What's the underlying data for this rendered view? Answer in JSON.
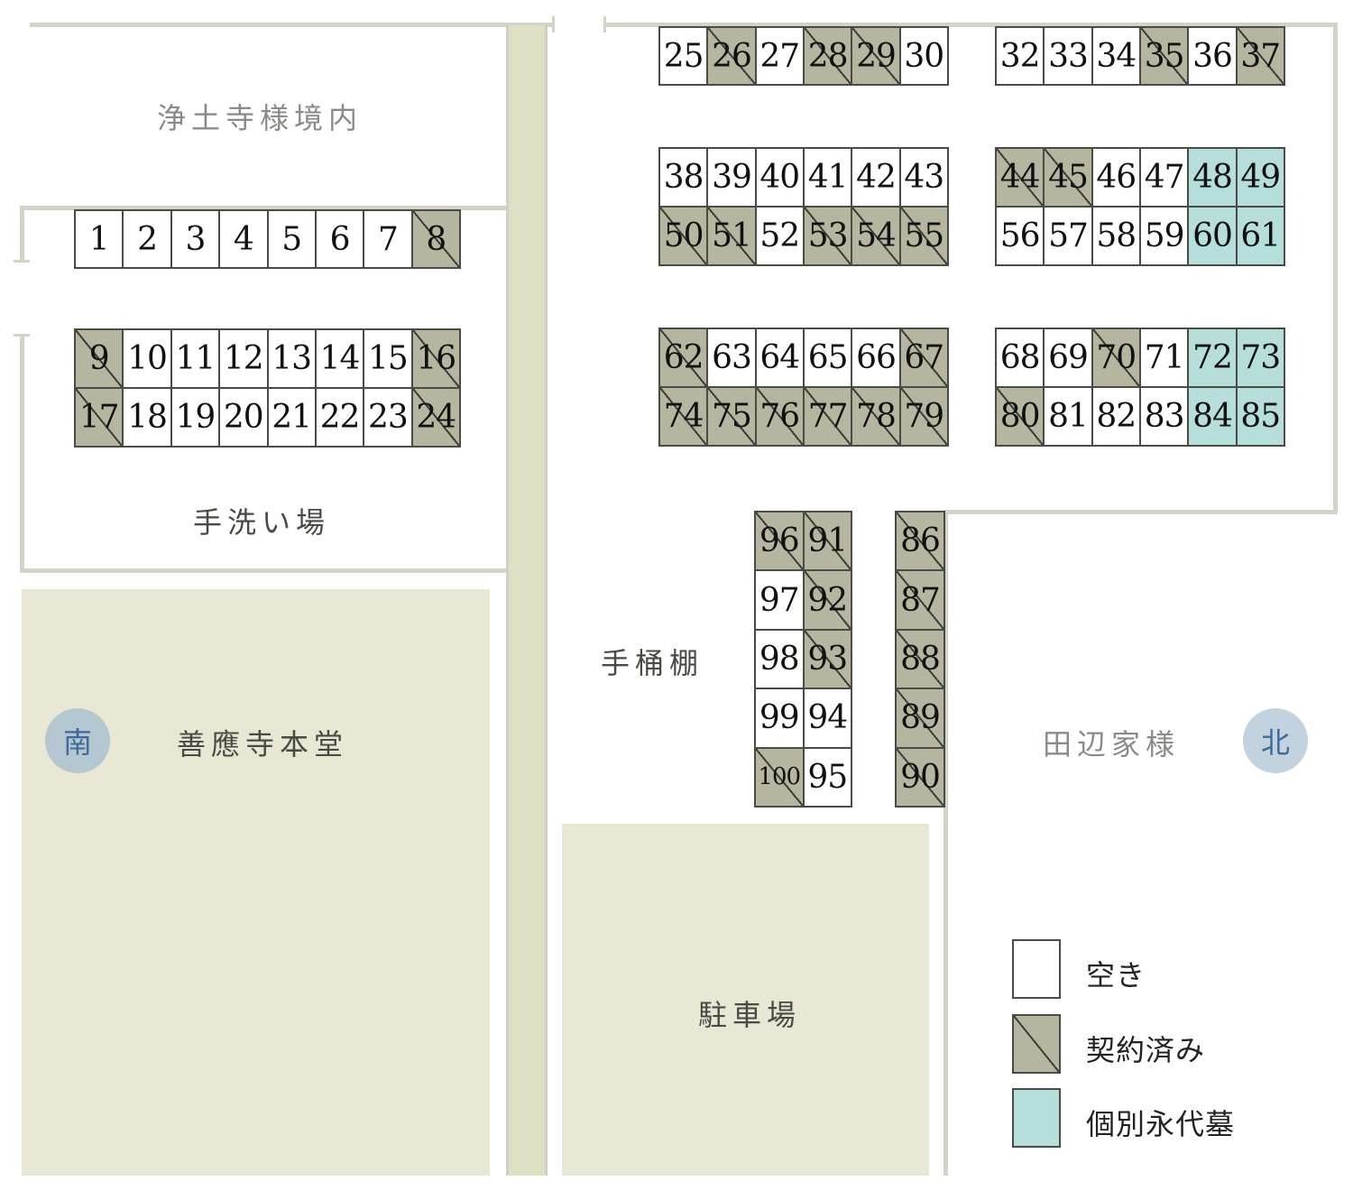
{
  "areas": {
    "jodoji": "浄土寺様境内",
    "tearai": "手洗い場",
    "honden": "善應寺本堂",
    "teoke": "手桶棚",
    "parking": "駐車場",
    "tanabe": "田辺家様"
  },
  "compass": {
    "south": "南",
    "north": "北"
  },
  "legend": {
    "vacant": "空き",
    "contracted": "契約済み",
    "eternal": "個別永代墓"
  },
  "colors": {
    "vacant": "#ffffff",
    "contracted": "#b6b6a0",
    "eternal": "#b6dedb",
    "building": "#e8e7d4",
    "road": "#dfdfc4",
    "wall": "#d3d3c6",
    "compass_text": "#3e6a98"
  },
  "plots": {
    "row_1_8": [
      {
        "n": "1",
        "s": "vacant"
      },
      {
        "n": "2",
        "s": "vacant"
      },
      {
        "n": "3",
        "s": "vacant"
      },
      {
        "n": "4",
        "s": "vacant"
      },
      {
        "n": "5",
        "s": "vacant"
      },
      {
        "n": "6",
        "s": "vacant"
      },
      {
        "n": "7",
        "s": "vacant"
      },
      {
        "n": "8",
        "s": "contracted"
      }
    ],
    "block_9_24": [
      {
        "n": "9",
        "s": "contracted"
      },
      {
        "n": "10",
        "s": "vacant"
      },
      {
        "n": "11",
        "s": "vacant"
      },
      {
        "n": "12",
        "s": "vacant"
      },
      {
        "n": "13",
        "s": "vacant"
      },
      {
        "n": "14",
        "s": "vacant"
      },
      {
        "n": "15",
        "s": "vacant"
      },
      {
        "n": "16",
        "s": "contracted"
      },
      {
        "n": "17",
        "s": "contracted"
      },
      {
        "n": "18",
        "s": "vacant"
      },
      {
        "n": "19",
        "s": "vacant"
      },
      {
        "n": "20",
        "s": "vacant"
      },
      {
        "n": "21",
        "s": "vacant"
      },
      {
        "n": "22",
        "s": "vacant"
      },
      {
        "n": "23",
        "s": "vacant"
      },
      {
        "n": "24",
        "s": "contracted"
      }
    ],
    "row_25_30": [
      {
        "n": "25",
        "s": "vacant"
      },
      {
        "n": "26",
        "s": "contracted"
      },
      {
        "n": "27",
        "s": "vacant"
      },
      {
        "n": "28",
        "s": "contracted"
      },
      {
        "n": "29",
        "s": "contracted"
      },
      {
        "n": "30",
        "s": "vacant"
      }
    ],
    "row_32_37": [
      {
        "n": "32",
        "s": "vacant"
      },
      {
        "n": "33",
        "s": "vacant"
      },
      {
        "n": "34",
        "s": "vacant"
      },
      {
        "n": "35",
        "s": "contracted"
      },
      {
        "n": "36",
        "s": "vacant"
      },
      {
        "n": "37",
        "s": "contracted"
      }
    ],
    "block_38_55": [
      {
        "n": "38",
        "s": "vacant"
      },
      {
        "n": "39",
        "s": "vacant"
      },
      {
        "n": "40",
        "s": "vacant"
      },
      {
        "n": "41",
        "s": "vacant"
      },
      {
        "n": "42",
        "s": "vacant"
      },
      {
        "n": "43",
        "s": "vacant"
      },
      {
        "n": "50",
        "s": "contracted"
      },
      {
        "n": "51",
        "s": "contracted"
      },
      {
        "n": "52",
        "s": "vacant"
      },
      {
        "n": "53",
        "s": "contracted"
      },
      {
        "n": "54",
        "s": "contracted"
      },
      {
        "n": "55",
        "s": "contracted"
      }
    ],
    "block_44_61": [
      {
        "n": "44",
        "s": "contracted"
      },
      {
        "n": "45",
        "s": "contracted"
      },
      {
        "n": "46",
        "s": "vacant"
      },
      {
        "n": "47",
        "s": "vacant"
      },
      {
        "n": "48",
        "s": "eternal"
      },
      {
        "n": "49",
        "s": "eternal"
      },
      {
        "n": "56",
        "s": "vacant"
      },
      {
        "n": "57",
        "s": "vacant"
      },
      {
        "n": "58",
        "s": "vacant"
      },
      {
        "n": "59",
        "s": "vacant"
      },
      {
        "n": "60",
        "s": "eternal"
      },
      {
        "n": "61",
        "s": "eternal"
      }
    ],
    "block_62_79": [
      {
        "n": "62",
        "s": "contracted"
      },
      {
        "n": "63",
        "s": "vacant"
      },
      {
        "n": "64",
        "s": "vacant"
      },
      {
        "n": "65",
        "s": "vacant"
      },
      {
        "n": "66",
        "s": "vacant"
      },
      {
        "n": "67",
        "s": "contracted"
      },
      {
        "n": "74",
        "s": "contracted"
      },
      {
        "n": "75",
        "s": "contracted"
      },
      {
        "n": "76",
        "s": "contracted"
      },
      {
        "n": "77",
        "s": "contracted"
      },
      {
        "n": "78",
        "s": "contracted"
      },
      {
        "n": "79",
        "s": "contracted"
      }
    ],
    "block_68_85": [
      {
        "n": "68",
        "s": "vacant"
      },
      {
        "n": "69",
        "s": "vacant"
      },
      {
        "n": "70",
        "s": "contracted"
      },
      {
        "n": "71",
        "s": "vacant"
      },
      {
        "n": "72",
        "s": "eternal"
      },
      {
        "n": "73",
        "s": "eternal"
      },
      {
        "n": "80",
        "s": "contracted"
      },
      {
        "n": "81",
        "s": "vacant"
      },
      {
        "n": "82",
        "s": "vacant"
      },
      {
        "n": "83",
        "s": "vacant"
      },
      {
        "n": "84",
        "s": "eternal"
      },
      {
        "n": "85",
        "s": "eternal"
      }
    ],
    "block_91_100": [
      {
        "n": "96",
        "s": "contracted"
      },
      {
        "n": "91",
        "s": "contracted"
      },
      {
        "n": "97",
        "s": "vacant"
      },
      {
        "n": "92",
        "s": "contracted"
      },
      {
        "n": "98",
        "s": "vacant"
      },
      {
        "n": "93",
        "s": "contracted"
      },
      {
        "n": "99",
        "s": "vacant"
      },
      {
        "n": "94",
        "s": "vacant"
      },
      {
        "n": "100",
        "s": "contracted"
      },
      {
        "n": "95",
        "s": "vacant"
      }
    ],
    "col_86_90": [
      {
        "n": "86",
        "s": "contracted"
      },
      {
        "n": "87",
        "s": "contracted"
      },
      {
        "n": "88",
        "s": "contracted"
      },
      {
        "n": "89",
        "s": "contracted"
      },
      {
        "n": "90",
        "s": "contracted"
      }
    ]
  }
}
